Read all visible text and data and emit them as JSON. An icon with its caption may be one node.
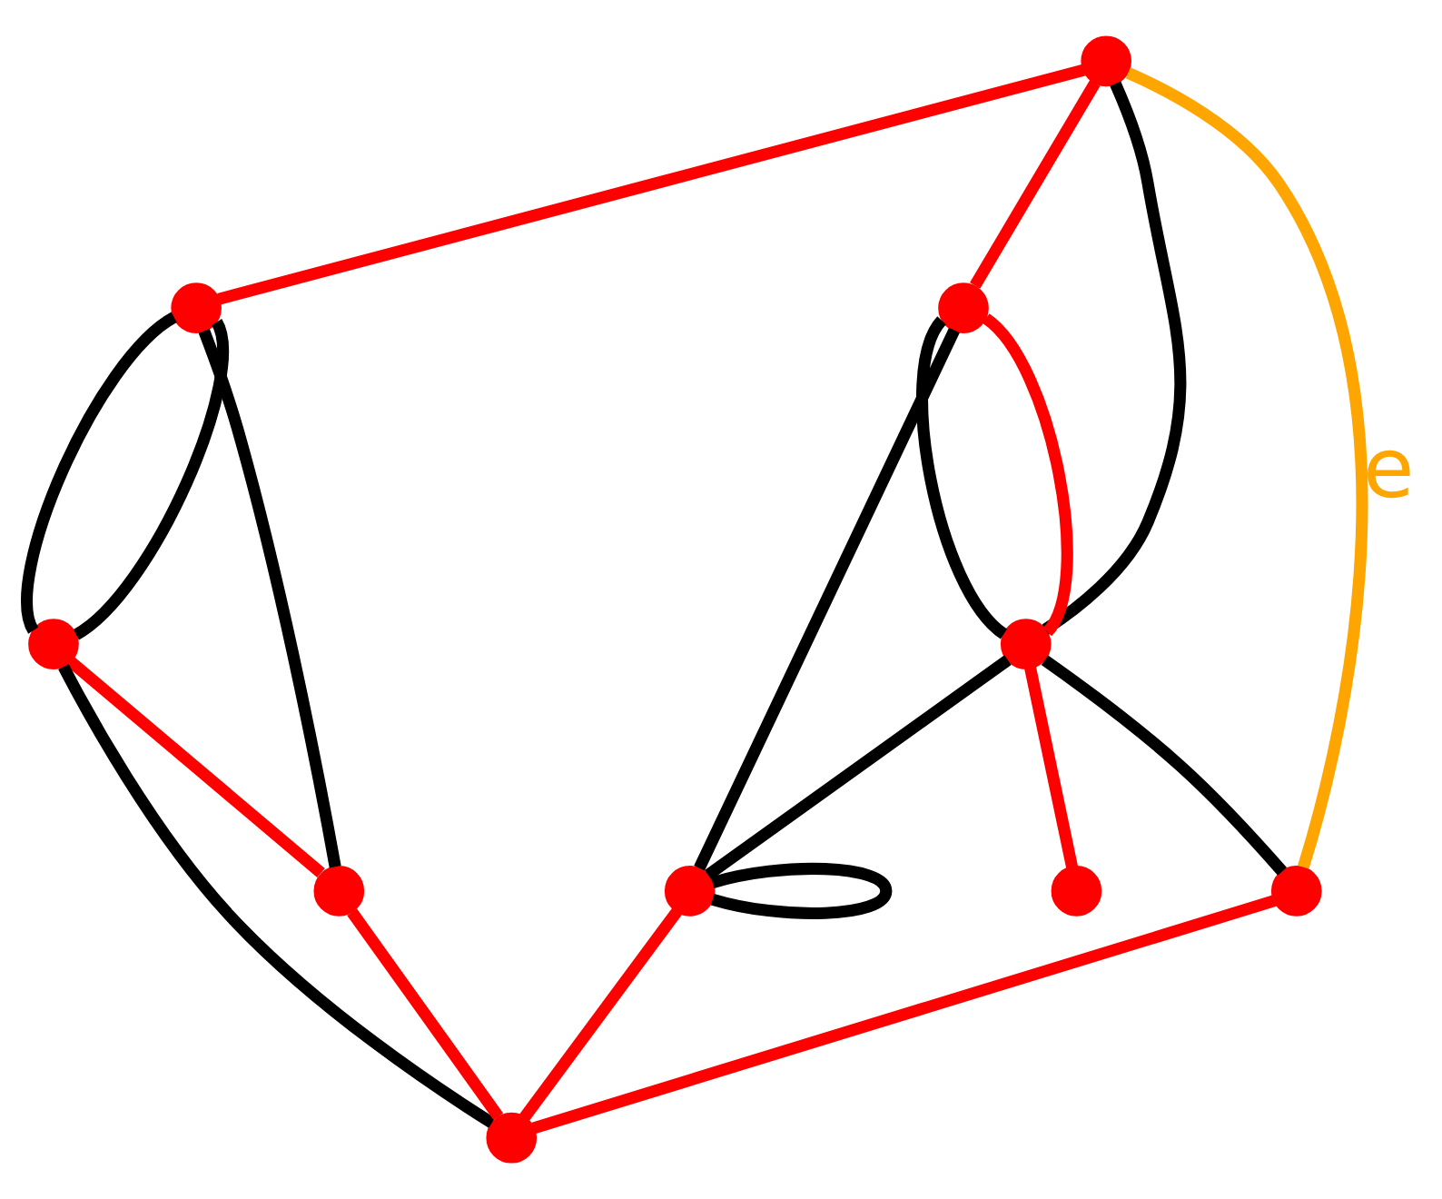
{
  "diagram": {
    "nodes": [
      {
        "text": [],
        "shape": "circle"
      },
      {
        "text": [],
        "shape": "circle"
      },
      {
        "text": [],
        "shape": "circle"
      },
      {
        "text": [],
        "shape": "circle"
      },
      {
        "text": [],
        "shape": "circle"
      },
      {
        "text": [],
        "shape": "circle"
      },
      {
        "text": [],
        "shape": "circle"
      },
      {
        "text": [],
        "shape": "circle"
      },
      {
        "text": [],
        "shape": "circle"
      },
      {
        "text": [],
        "shape": "circle"
      }
    ],
    "edges": [
      {
        "from": 0,
        "to": 1,
        "arrow": "none",
        "color": "#ff0000"
      },
      {
        "from": 1,
        "to": 2,
        "arrow": "none"
      },
      {
        "from": 1,
        "to": 2,
        "arrow": "none"
      },
      {
        "from": 1,
        "to": 3,
        "arrow": "none"
      },
      {
        "from": 2,
        "to": 3,
        "arrow": "none",
        "color": "#ff0000"
      },
      {
        "from": 2,
        "to": 8,
        "arrow": "none"
      },
      {
        "from": 3,
        "to": 8,
        "arrow": "none",
        "color": "#ff0000"
      },
      {
        "from": 0,
        "to": 5,
        "arrow": "none",
        "color": "#ff0000"
      },
      {
        "from": 0,
        "to": 6,
        "arrow": "none"
      },
      {
        "from": 0,
        "to": 7,
        "arrow": "none",
        "color": "#ffa500",
        "label": "e"
      },
      {
        "from": 5,
        "to": 6,
        "arrow": "none"
      },
      {
        "from": 5,
        "to": 6,
        "arrow": "none",
        "color": "#ff0000"
      },
      {
        "from": 6,
        "to": 4,
        "arrow": "none",
        "color": "#ff0000"
      },
      {
        "from": 6,
        "to": 7,
        "arrow": "none"
      },
      {
        "from": 7,
        "to": 8,
        "arrow": "none",
        "color": "#ff0000"
      },
      {
        "from": 5,
        "to": 9,
        "arrow": "none"
      },
      {
        "from": 6,
        "to": 9,
        "arrow": "none"
      },
      {
        "from": 9,
        "to": 9,
        "arrow": "none"
      },
      {
        "from": 9,
        "to": 8,
        "arrow": "none",
        "color": "#ff0000"
      }
    ]
  }
}
